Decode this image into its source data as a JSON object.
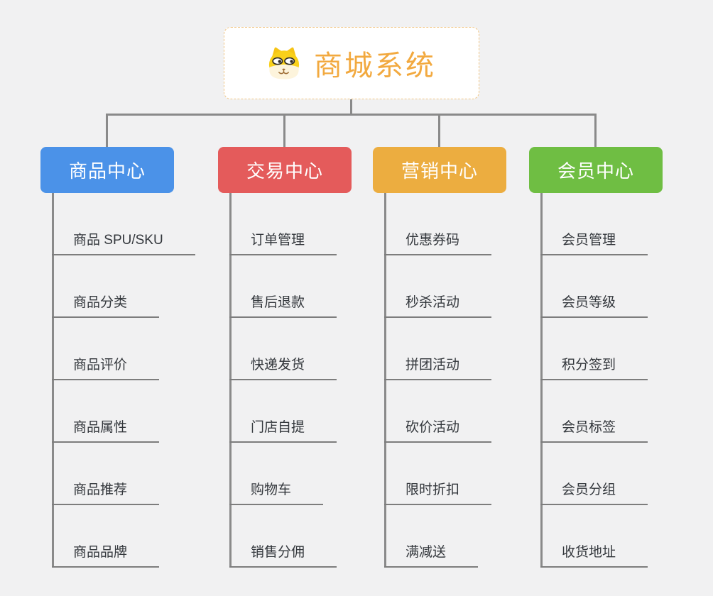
{
  "page": {
    "background_color": "#F1F1F2",
    "connector_color": "#8A8A8A",
    "underline_color": "#7D7D7D"
  },
  "root": {
    "title": "商城系统",
    "title_color": "#F2A93F",
    "border_color": "#F1C685",
    "icon": "dog-face-icon"
  },
  "branches": [
    {
      "label": "商品中心",
      "color": "#4B92E8",
      "children": [
        "商品 SPU/SKU",
        "商品分类",
        "商品评价",
        "商品属性",
        "商品推荐",
        "商品品牌"
      ]
    },
    {
      "label": "交易中心",
      "color": "#E45B5B",
      "children": [
        "订单管理",
        "售后退款",
        "快递发货",
        "门店自提",
        "购物车",
        "销售分佣"
      ]
    },
    {
      "label": "营销中心",
      "color": "#ECAD40",
      "children": [
        "优惠券码",
        "秒杀活动",
        "拼团活动",
        "砍价活动",
        "限时折扣",
        "满减送"
      ]
    },
    {
      "label": "会员中心",
      "color": "#6FBE43",
      "children": [
        "会员管理",
        "会员等级",
        "积分签到",
        "会员标签",
        "会员分组",
        "收货地址"
      ]
    }
  ]
}
